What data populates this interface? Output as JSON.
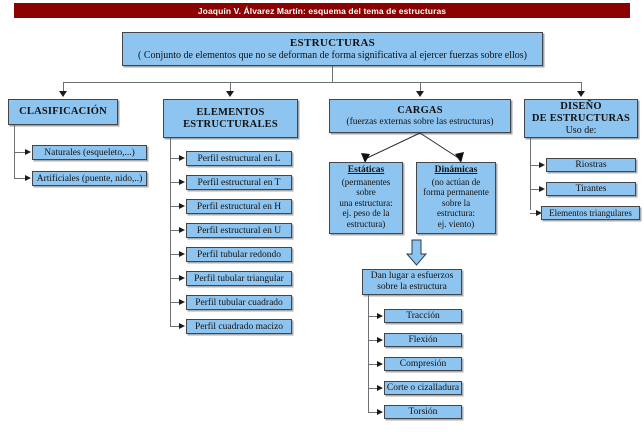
{
  "titlebar": {
    "text": "Joaquín V. Álvarez Martín: esquema del tema de estructuras",
    "background_color": "#8b0000",
    "text_color": "#ffffff"
  },
  "theme": {
    "box_fill": "#8ec5f0",
    "box_border": "#42464b",
    "connector_color": "#6d7176",
    "page_background": "#ffffff"
  },
  "root": {
    "title": "ESTRUCTURAS",
    "subtitle": "( Conjunto de elementos que no se deforman de forma significativa al ejercer fuerzas sobre ellos)"
  },
  "branches": {
    "clasificacion": {
      "heading": "CLASIFICACIÓN",
      "items": [
        {
          "label": "Naturales (esqueleto,...)"
        },
        {
          "label": "Artificiales (puente, nido,..)"
        }
      ]
    },
    "elementos": {
      "heading_line1": "ELEMENTOS",
      "heading_line2": "ESTRUCTURALES",
      "items": [
        {
          "label": "Perfil  estructural en L"
        },
        {
          "label": "Perfil  estructural en T"
        },
        {
          "label": "Perfil  estructural en H"
        },
        {
          "label": "Perfil  estructural en U"
        },
        {
          "label": "Perfil tubular redondo"
        },
        {
          "label": "Perfil tubular triangular"
        },
        {
          "label": "Perfil tubular cuadrado"
        },
        {
          "label": "Perfil cuadrado macizo"
        }
      ]
    },
    "cargas": {
      "heading": "CARGAS",
      "subtitle": "(fuerzas externas sobre las estructuras)",
      "types": [
        {
          "title": "Estáticas",
          "lines": [
            "(permanentes",
            "sobre",
            "una estructura:",
            "ej. peso de la",
            "estructura)"
          ]
        },
        {
          "title": "Dinámicas",
          "lines": [
            "(no actúan de",
            "forma permanente",
            "sobre la",
            "estructura:",
            "ej. viento)"
          ]
        }
      ],
      "esfuerzos": {
        "heading_line1": "Dan lugar a esfuerzos",
        "heading_line2": "sobre la estructura",
        "items": [
          {
            "label": "Tracción"
          },
          {
            "label": "Flexión"
          },
          {
            "label": "Compresión"
          },
          {
            "label": "Corte o cizalladura"
          },
          {
            "label": "Torsión"
          }
        ]
      }
    },
    "diseno": {
      "heading_line1": "DISEÑO",
      "heading_line2": "DE ESTRUCTURAS",
      "subheading": "Uso de:",
      "items": [
        {
          "label": "Riostras"
        },
        {
          "label": "Tirantes"
        },
        {
          "label": "Elementos triangulares"
        }
      ]
    }
  }
}
